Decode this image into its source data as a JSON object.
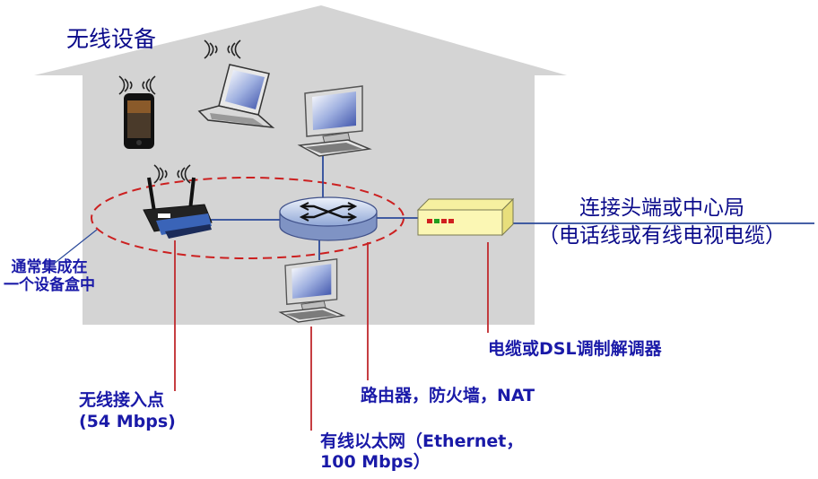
{
  "labels": {
    "house_title": "无线设备",
    "integrated_box": [
      "通常集成在",
      "一个设备盒中"
    ],
    "isp_link": [
      "连接头端或中心局",
      "（电话线或有线电视电缆）"
    ],
    "modem": "电缆或DSL调制解调器",
    "router": "路由器，防火墙，NAT",
    "access_point": [
      "无线接入点",
      "(54 Mbps)"
    ],
    "ethernet": [
      "有线以太网（Ethernet，",
      "100 Mbps）"
    ]
  },
  "colors": {
    "house_fill": "#d4d4d4",
    "text": "#1a1aa8",
    "callout_line": "#c0282c",
    "link_line": "#2b4a9a",
    "dashed_ellipse": "#cc2020",
    "modem_fill": "#fbf7b4",
    "router_fill": "#b8c8e8"
  },
  "icons": [
    "smartphone-icon",
    "laptop-icon",
    "desktop-computer-icon",
    "wireless-access-point-icon",
    "router-icon",
    "cable-modem-icon",
    "wifi-signal-icon"
  ]
}
